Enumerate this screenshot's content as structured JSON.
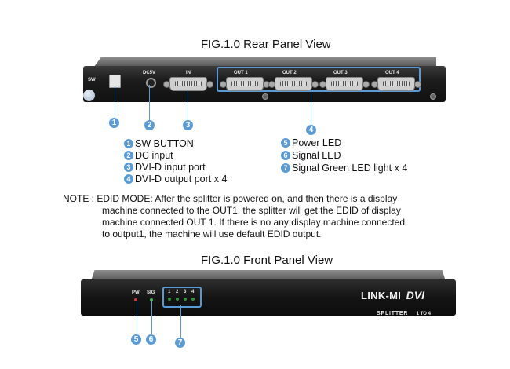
{
  "rear": {
    "title": "FIG.1.0 Rear Panel View",
    "sw": "SW",
    "dc": "DC5V",
    "in": "IN",
    "outs": [
      "OUT 1",
      "OUT 2",
      "OUT 3",
      "OUT 4"
    ]
  },
  "callout_numbers": [
    "1",
    "2",
    "3",
    "4",
    "5",
    "6",
    "7"
  ],
  "legend_left": [
    "SW BUTTON",
    "DC input",
    "DVI-D input port",
    "DVI-D output port x 4"
  ],
  "legend_right": [
    "Power LED",
    "Signal LED",
    "Signal Green LED light x 4"
  ],
  "note": {
    "lead": "NOTE : ",
    "lines": [
      "EDID MODE: After the splitter is powered on, and then there is a display",
      "machine connected to the OUT1, the splitter will get the EDID of display",
      "machine connected OUT 1. If there is no any display machine connected",
      "to output1, the machine will use default EDID output."
    ]
  },
  "front": {
    "title": "FIG.1.0 Front Panel View",
    "pw": "PW",
    "sig": "SIG",
    "led_numbers": [
      "1",
      "2",
      "3",
      "4"
    ],
    "brand": "LINK-MI",
    "brand_suffix": "DVI",
    "splitter": "SPLITTER",
    "ratio": "1 TO 4"
  },
  "colors": {
    "callout": "#5b9bd5",
    "panel": "#1c1c1c",
    "led_green": "#3cbf4a",
    "led_red": "#d63a2f"
  }
}
